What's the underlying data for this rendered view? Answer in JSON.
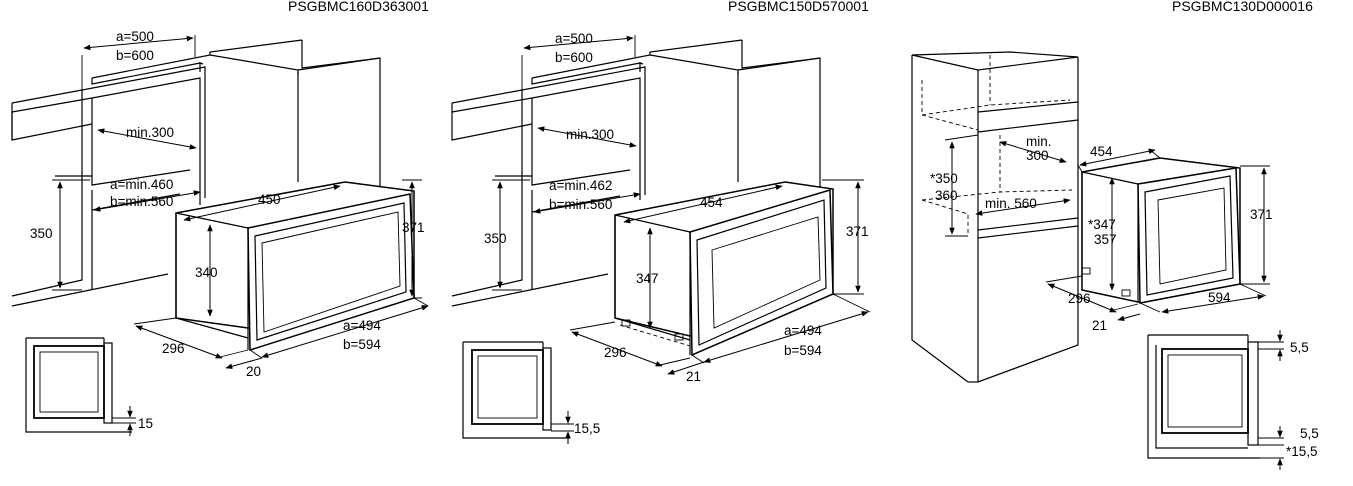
{
  "diagrams": [
    {
      "model_code": "PSGBMC160D363001",
      "labels": {
        "a500": "a=500",
        "b600": "b=600",
        "min300": "min.300",
        "amin": "a=min.460",
        "bmin": "b=min.560",
        "h350": "350",
        "w450": "450",
        "h340": "340",
        "h371": "371",
        "d296": "296",
        "a494": "a=494",
        "b594": "b=594",
        "d20": "20",
        "s15": "15"
      }
    },
    {
      "model_code": "PSGBMC150D570001",
      "labels": {
        "a500": "a=500",
        "b600": "b=600",
        "min300": "min.300",
        "amin": "a=min.462",
        "bmin": "b=min.560",
        "h350": "350",
        "w454": "454",
        "h347": "347",
        "h371": "371",
        "d296": "296",
        "a494": "a=494",
        "b594": "b=594",
        "d21": "21",
        "s155": "15,5"
      }
    },
    {
      "model_code": "PSGBMC130D000016",
      "labels": {
        "min": "min.",
        "m300": "300",
        "h350s": "*350",
        "h360": "360",
        "min560": "min. 560",
        "w454": "454",
        "h347s": "*347",
        "h357": "357",
        "h371": "371",
        "d296": "296",
        "w594": "594",
        "d21": "21",
        "s55a": "5,5",
        "s55b": "5,5",
        "s155s": "*15,5"
      }
    }
  ]
}
